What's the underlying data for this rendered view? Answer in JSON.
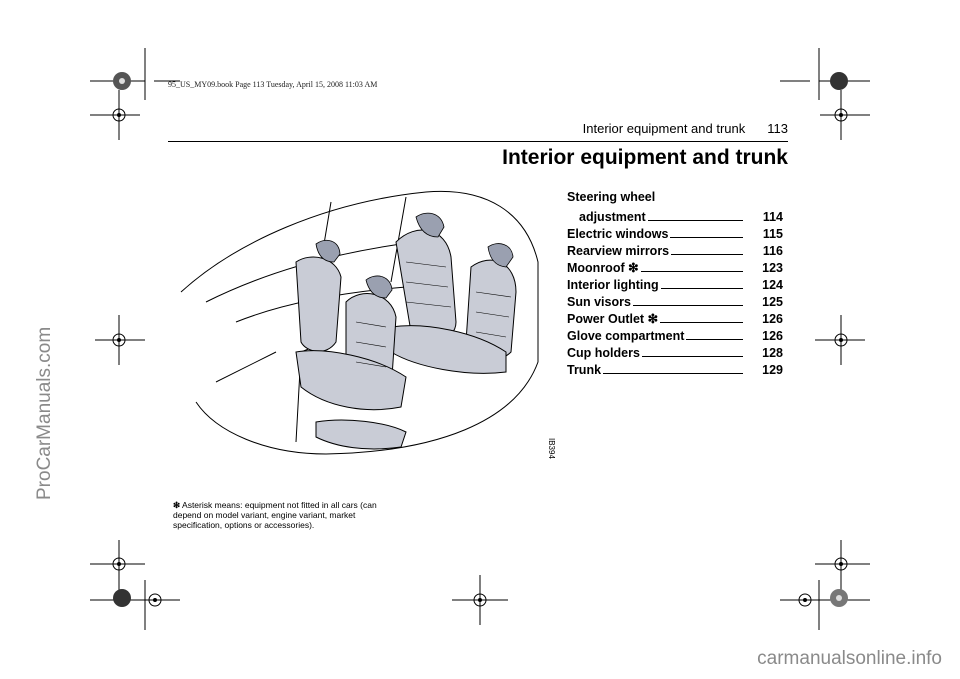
{
  "print_stamp": "95_US_MY09.book  Page 113  Tuesday, April 15, 2008  11:03 AM",
  "running_head": {
    "section": "Interior equipment and trunk",
    "page_number": "113"
  },
  "title": "Interior equipment and trunk",
  "toc": [
    {
      "label_line1": "Steering wheel",
      "label_line2": "adjustment",
      "page": "114"
    },
    {
      "label": "Electric windows",
      "page": "115"
    },
    {
      "label": "Rearview mirrors",
      "page": "116"
    },
    {
      "label": "Moonroof",
      "optional": true,
      "page": "123"
    },
    {
      "label": "Interior lighting",
      "page": "124"
    },
    {
      "label": "Sun visors",
      "page": "125"
    },
    {
      "label": "Power Outlet",
      "optional": true,
      "page": "126"
    },
    {
      "label": "Glove compartment",
      "page": "126"
    },
    {
      "label": "Cup holders",
      "page": "128"
    },
    {
      "label": "Trunk",
      "page": "129"
    }
  ],
  "asterisk_symbol": "❇",
  "footnote": "Asterisk means: equipment not fitted in all cars (can depend on model variant, engine variant, market specification, options or accessories).",
  "figure_id": "IB394",
  "watermarks": {
    "left": "ProCarManuals.com",
    "bottom": "carmanualsonline.info"
  },
  "colors": {
    "seat_fill": "#c9ccd6",
    "seat_shadow": "#9aa0b0",
    "line": "#000000"
  }
}
